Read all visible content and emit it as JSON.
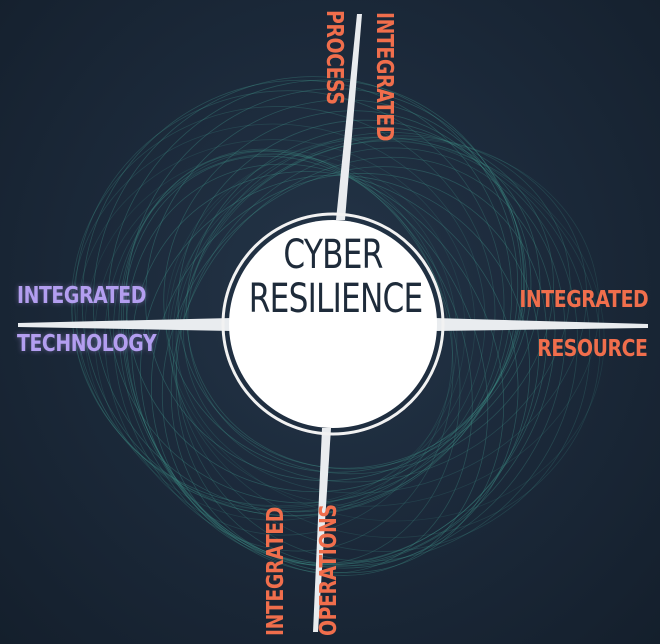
{
  "center": {
    "line1": "CYBER",
    "line2": "RESILIENCE"
  },
  "pillars": {
    "process": {
      "line1": "INTEGRATED",
      "line2": "PROCESS"
    },
    "technology": {
      "line1": "INTEGRATED",
      "line2": "TECHNOLOGY"
    },
    "resource": {
      "line1": "INTEGRATED",
      "line2": "RESOURCE"
    },
    "operations": {
      "line1": "INTEGRATED",
      "line2": "OPERATIONS"
    }
  },
  "colors": {
    "background": "#1c2a3b",
    "accent_orange": "#f06e4c",
    "accent_purple": "#b39ef0",
    "rings": "#3f8f86",
    "circle_fill": "#ffffff",
    "center_text": "#1e2b3a"
  }
}
